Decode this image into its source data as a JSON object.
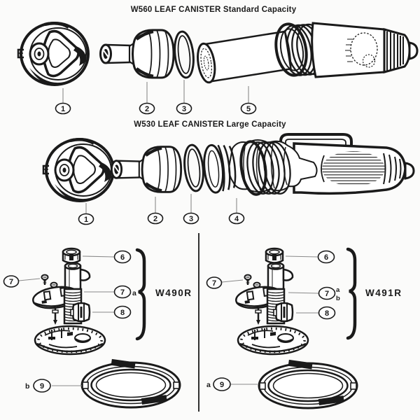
{
  "page": {
    "background": "#fbfbfa",
    "ink": "#1a1a1a"
  },
  "w560": {
    "title": "W560 LEAF CANISTER Standard Capacity",
    "callouts": {
      "lid": "1",
      "fitting": "2",
      "oring": "3",
      "basket": "5"
    }
  },
  "w530": {
    "title": "W530 LEAF CANISTER Large Capacity",
    "callouts": {
      "lid": "1",
      "fitting": "2",
      "oring": "3",
      "bag": "4"
    }
  },
  "w490r": {
    "label": "W490R",
    "callouts": {
      "cap": "6",
      "screw": "7",
      "tube": "7",
      "tube_suffix": "a",
      "valve": "8",
      "ring": "9",
      "ring_prefix": "b"
    }
  },
  "w491r": {
    "label": "W491R",
    "callouts": {
      "cap": "6",
      "screw": "7",
      "tube": "7",
      "tube_suffix_a": "a",
      "tube_suffix_b": "b",
      "valve": "8",
      "ring": "9",
      "ring_prefix": "a"
    }
  }
}
